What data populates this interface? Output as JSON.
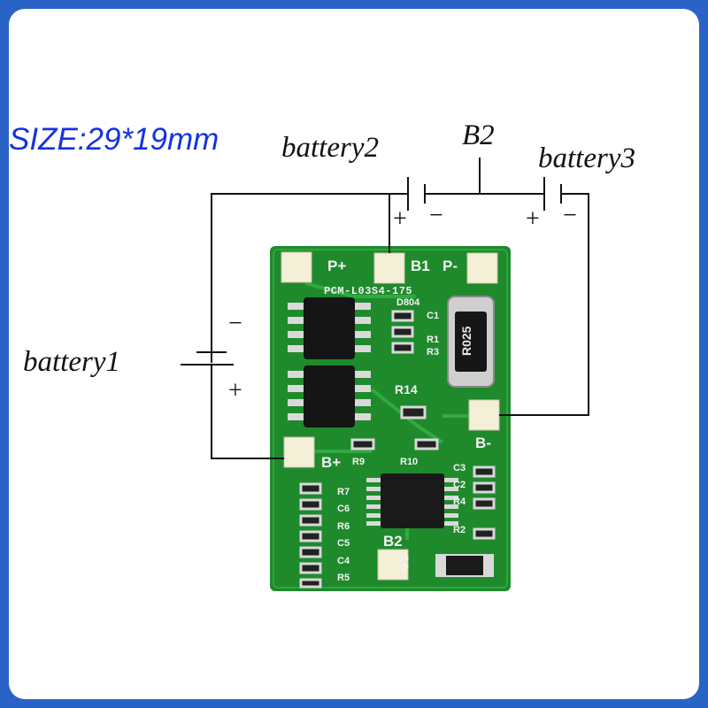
{
  "size_label": "SIZE:29*19mm",
  "battery_labels": {
    "battery1": "battery1",
    "battery2": "battery2",
    "battery3": "battery3",
    "b2": "B2"
  },
  "polarity": {
    "minus": "−",
    "plus": "+"
  },
  "pcb": {
    "model": "PCM-L03S4-175",
    "pads": {
      "p_plus": "P+",
      "b1": "B1",
      "p_minus": "P-",
      "b_minus": "B-",
      "b_plus": "B+",
      "b2": "B2"
    },
    "components": {
      "d804": "D804",
      "c1": "C1",
      "r1": "R1",
      "r3": "R3",
      "r14": "R14",
      "r9": "R9",
      "r10": "R10",
      "r7": "R7",
      "c6": "C6",
      "r6": "R6",
      "c5": "C5",
      "c4": "C4",
      "r5": "R5",
      "c3": "C3",
      "c2": "C2",
      "r4": "R4",
      "r2": "R2",
      "c8": "C8",
      "shunt": "R025"
    }
  },
  "colors": {
    "border": "#2a63c6",
    "size_text": "#1432e0",
    "pcb": "#1f8a2c",
    "pad": "#f4f0d8"
  }
}
